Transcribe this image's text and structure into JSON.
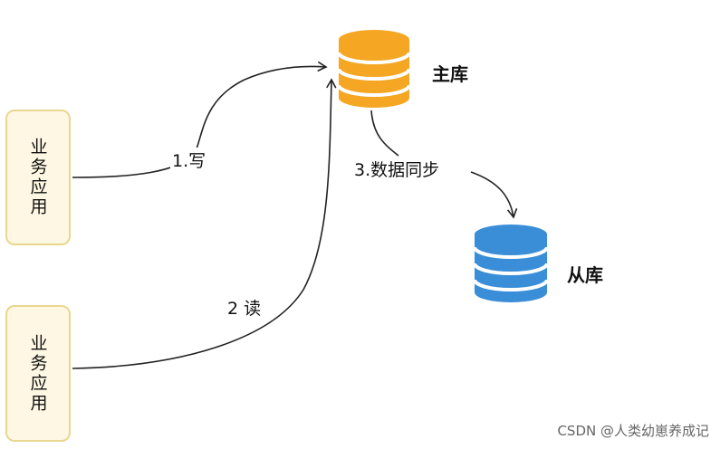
{
  "diagram": {
    "app_boxes": [
      {
        "label": "业务应用"
      },
      {
        "label": "业务应用"
      }
    ],
    "databases": {
      "master": {
        "label": "主库",
        "color": "#f5a623"
      },
      "slave": {
        "label": "从库",
        "color": "#3a8ed8"
      }
    },
    "edges": {
      "write": {
        "label": "1.写"
      },
      "read": {
        "label": "2 读"
      },
      "sync": {
        "label": "3.数据同步"
      }
    }
  },
  "watermark": "CSDN @人类幼崽养成记"
}
